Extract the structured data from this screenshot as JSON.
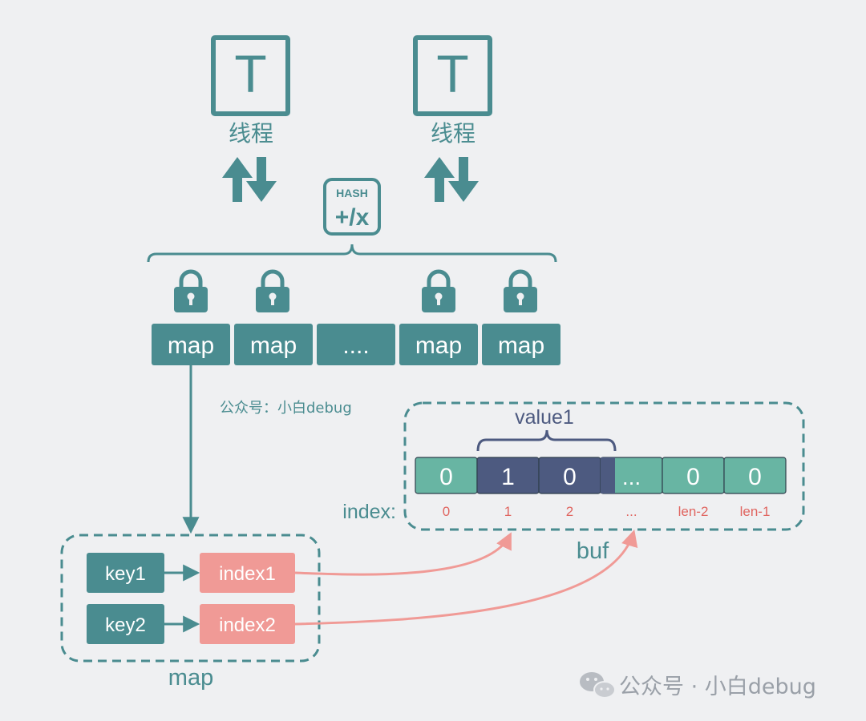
{
  "colors": {
    "background": "#eff0f2",
    "teal": "#4a8c90",
    "teal_light": "#68b5a3",
    "navy": "#4d5a80",
    "pink": "#f09a96",
    "pink_text": "#e06560"
  },
  "threads": [
    {
      "icon_letter": "T",
      "label": "线程",
      "icon": "thread-icon"
    },
    {
      "icon_letter": "T",
      "label": "线程",
      "icon": "thread-icon"
    }
  ],
  "hash": {
    "top": "HASH",
    "ops": "+/x",
    "icon": "hash-calculator-icon"
  },
  "maps": [
    {
      "label": "map",
      "locked": true
    },
    {
      "label": "map",
      "locked": true
    },
    {
      "label": "....",
      "locked": false
    },
    {
      "label": "map",
      "locked": true
    },
    {
      "label": "map",
      "locked": true
    }
  ],
  "watermark_small": "公众号：小白debug",
  "buf": {
    "title": "buf",
    "value_label": "value1",
    "index_label": "index:",
    "cells": [
      {
        "text": "0",
        "kind": "light"
      },
      {
        "text": "1",
        "kind": "dark"
      },
      {
        "text": "0",
        "kind": "dark"
      },
      {
        "text": "...",
        "kind": "light"
      },
      {
        "text": "0",
        "kind": "light"
      },
      {
        "text": "0",
        "kind": "light"
      }
    ],
    "indices": [
      "0",
      "1",
      "2",
      "...",
      "len-2",
      "len-1"
    ]
  },
  "map_detail": {
    "title": "map",
    "entries": [
      {
        "key": "key1",
        "value": "index1"
      },
      {
        "key": "key2",
        "value": "index2"
      }
    ]
  },
  "footer": {
    "icon": "wechat-icon",
    "text": "公众号 · 小白debug"
  }
}
